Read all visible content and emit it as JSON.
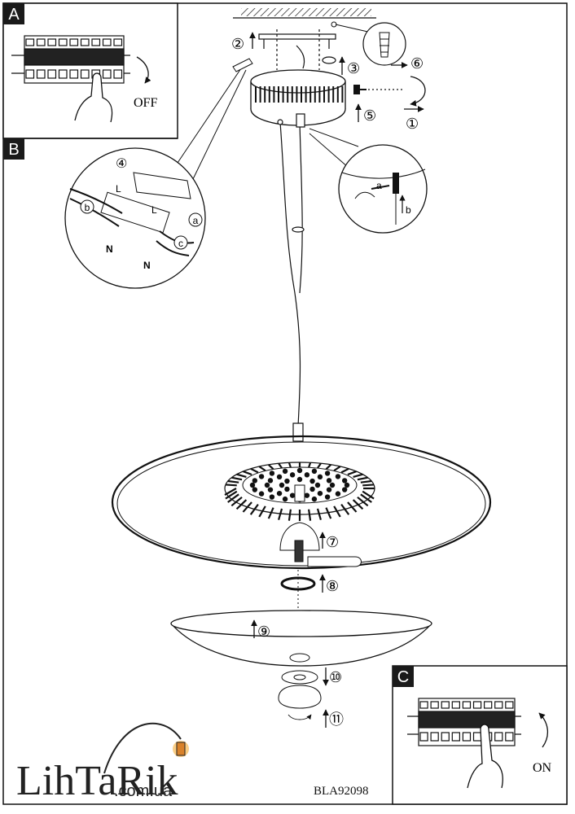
{
  "panels": {
    "a": {
      "letter": "A",
      "label": "OFF"
    },
    "b": {
      "letter": "B"
    },
    "c": {
      "letter": "C",
      "label": "ON"
    }
  },
  "steps": {
    "s1": "①",
    "s2": "②",
    "s3": "③",
    "s4": "④",
    "s5": "⑤",
    "s6": "⑥",
    "s7": "⑦",
    "s8": "⑧",
    "s9": "⑨",
    "s10": "⑩",
    "s11": "⑪"
  },
  "wiring": {
    "sub_a": "a",
    "sub_b": "b",
    "sub_c": "c",
    "live": "L",
    "neutral": "N"
  },
  "detail": {
    "sub_a": "a",
    "sub_b": "b"
  },
  "model_code": "BLA92098",
  "watermark": {
    "brand": "LihTaRik",
    "domain": ".com.ua",
    "accent_color": "#f5a623"
  },
  "colors": {
    "line": "#1a1a1a",
    "panel_tab": "#1a1a1a"
  }
}
